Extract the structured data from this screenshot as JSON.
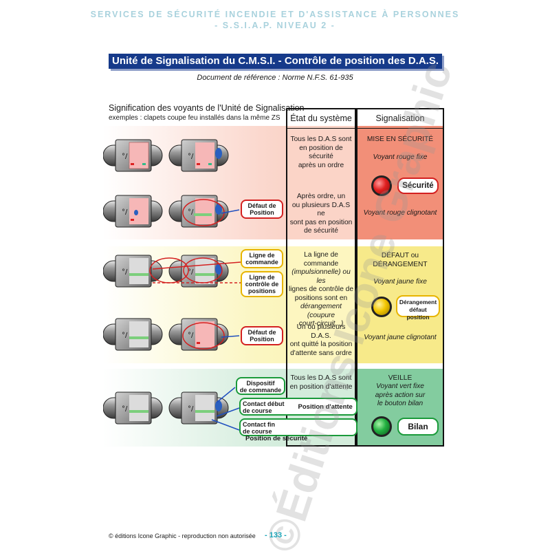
{
  "header": {
    "line1": "SERVICES DE SÉCURITÉ INCENDIE ET D'ASSISTANCE À PERSONNES",
    "line2": "- S.S.I.A.P. NIVEAU 2 -"
  },
  "banner": "Unité de Signalisation du C.M.S.I. - Contrôle de position des D.A.S.",
  "reference": "Document de référence : Norme N.F.S. 61-935",
  "left": {
    "title": "Signification des voyants de l'Unité de Signalisation",
    "subtitle": "exemples : clapets coupe feu installés dans la même ZS"
  },
  "columns": {
    "state_header": "État du système",
    "signal_header": "Signalisation"
  },
  "rows": {
    "r1_state": [
      "Tous les D.A.S sont",
      "en position de sécurité",
      "après un ordre"
    ],
    "r2_state": [
      "Après ordre, un",
      "ou plusieurs D.A.S ne",
      "sont pas en position",
      "de sécurité"
    ],
    "r3_state": [
      "La ligne de commande",
      "(impulsionnelle) ou les",
      "lignes de contrôle de",
      "positions sont en",
      "dérangement (coupure",
      "court-circuit...)"
    ],
    "r4_state": [
      "Un ou plusieurs D.A.S.",
      "ont quitté la position",
      "d'attente sans ordre"
    ],
    "r5_state": [
      "Tous les D.A.S sont",
      "en position d'attente"
    ]
  },
  "signals": {
    "red_title": "MISE EN SÉCURITÉ",
    "red_fixed": "Voyant rouge fixe",
    "red_pill": "Sécurité",
    "red_blink": "Voyant rouge clignotant",
    "yellow_title_1": "DÉFAUT ou",
    "yellow_title_2": "DÉRANGEMENT",
    "yellow_fixed": "Voyant jaune fixe",
    "yellow_pill_1": "Dérangement",
    "yellow_pill_2": "défaut position",
    "yellow_blink": "Voyant jaune clignotant",
    "green_title": "VEILLE",
    "green_fixed_1": "Voyant vert fixe",
    "green_fixed_2": "après action sur",
    "green_fixed_3": "le bouton bilan",
    "green_pill": "Bilan"
  },
  "callouts": {
    "defaut_position_1": [
      "Défaut de",
      "Position"
    ],
    "ligne_commande": [
      "Ligne de",
      "commande"
    ],
    "ligne_controle": [
      "Ligne de",
      "contrôle de",
      "positions"
    ],
    "defaut_position_2": [
      "Défaut de",
      "Position"
    ],
    "dispositif": [
      "Dispositif",
      "de commande"
    ],
    "contact_debut": [
      "Contact début",
      "de course"
    ],
    "contact_fin": [
      "Contact fin",
      "de course"
    ],
    "pos_attente": "Position d'attente",
    "pos_securite": "Position de sécurité"
  },
  "watermark": "©Éditions Icone Graphic",
  "footer": {
    "copyright": "© éditions Icone Graphic - reproduction non autorisée",
    "page": "- 133 -"
  },
  "colors": {
    "banner": "#163a8a",
    "red": "#e02020",
    "yellow": "#f2c500",
    "green": "#1a9a3a",
    "header_text": "#a9d2dd"
  }
}
